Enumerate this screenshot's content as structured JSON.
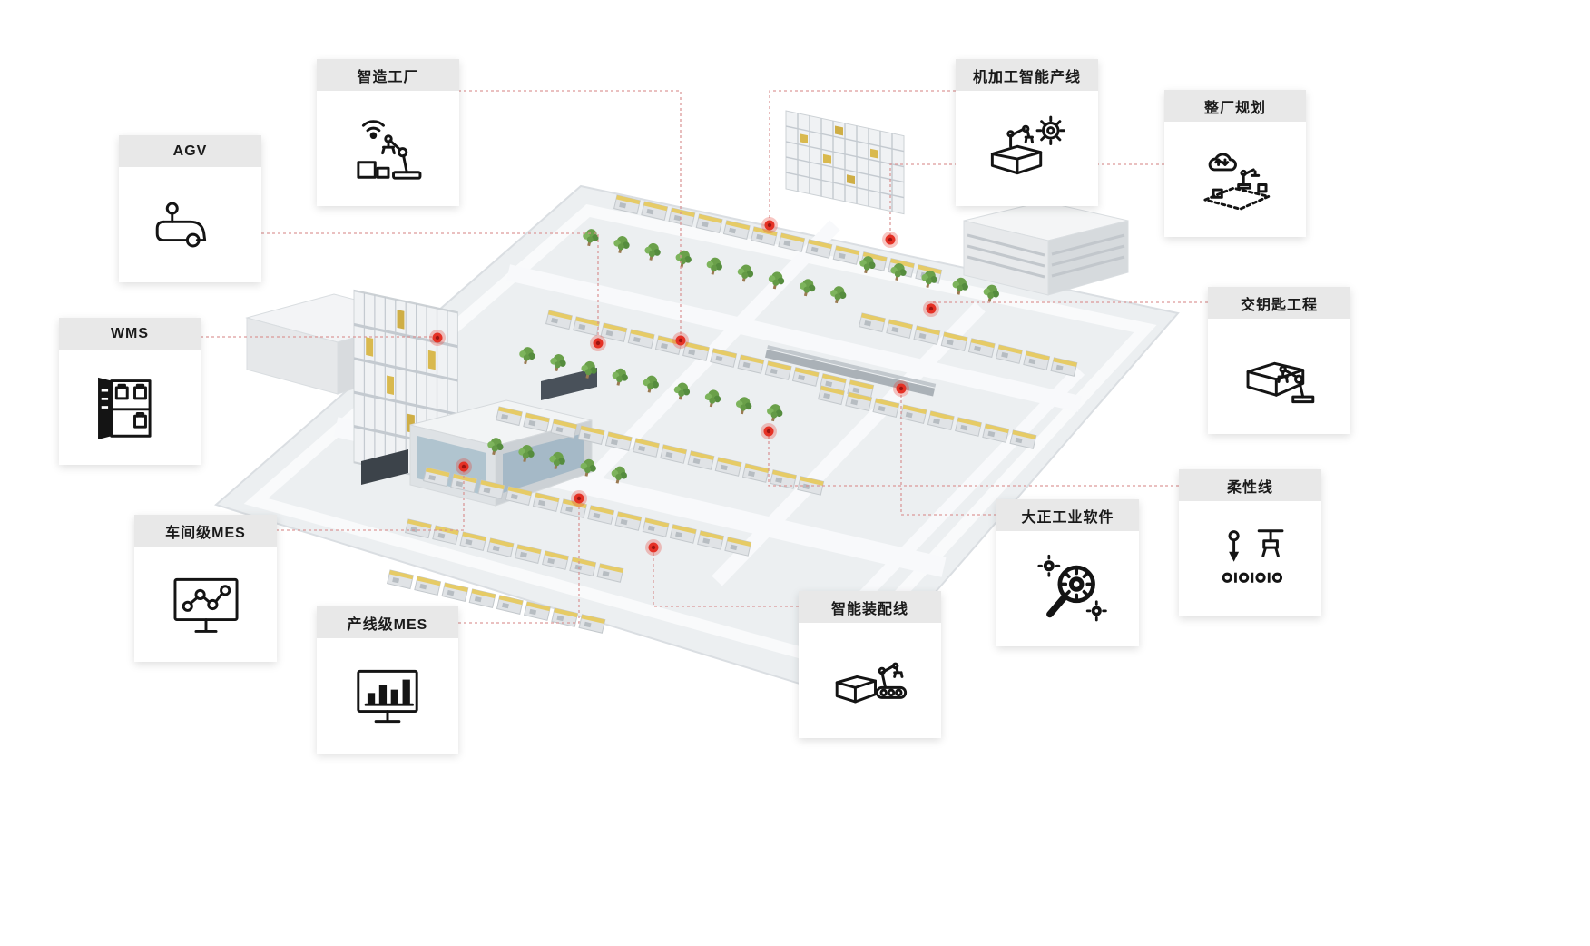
{
  "cards": [
    {
      "id": "smart-factory",
      "label": "智造工厂",
      "icon": "robot-arm-wifi-icon"
    },
    {
      "id": "machining-smart-line",
      "label": "机加工智能产线",
      "icon": "robot-arm-chip-icon"
    },
    {
      "id": "plant-planning",
      "label": "整厂规划",
      "icon": "cloud-planning-icon"
    },
    {
      "id": "agv",
      "label": "AGV",
      "icon": "agv-vehicle-icon"
    },
    {
      "id": "wms",
      "label": "WMS",
      "icon": "warehouse-cabinet-icon"
    },
    {
      "id": "workshop-mes",
      "label": "车间级MES",
      "icon": "node-graph-monitor-icon"
    },
    {
      "id": "line-mes",
      "label": "产线级MES",
      "icon": "bar-chart-monitor-icon"
    },
    {
      "id": "smart-assembly-line",
      "label": "智能装配线",
      "icon": "assembly-robot-conveyor-icon"
    },
    {
      "id": "dazheng-industrial-software",
      "label": "大正工业软件",
      "icon": "gear-magnifier-icon"
    },
    {
      "id": "flexible-line",
      "label": "柔性线",
      "icon": "flexible-tools-icon"
    },
    {
      "id": "turnkey-project",
      "label": "交钥匙工程",
      "icon": "turnkey-robot-box-icon"
    }
  ],
  "colors": {
    "marker": "#e53125",
    "connector": "#d98f8f",
    "card_header_bg": "#e8e8e8",
    "card_bg": "#ffffff",
    "icon_stroke": "#141414"
  }
}
